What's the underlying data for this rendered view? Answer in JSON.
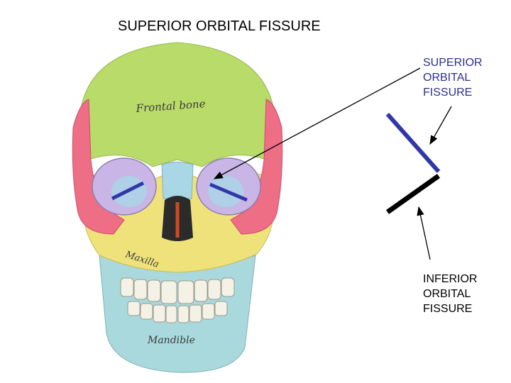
{
  "title": "SUPERIOR ORBITAL FISSURE",
  "labels": {
    "superior": [
      "SUPERIOR",
      "ORBITAL",
      "FISSURE"
    ],
    "inferior": [
      "INFERIOR",
      "ORBITAL",
      "FISSURE"
    ]
  },
  "skull_labels": {
    "frontal": "Frontal bone",
    "maxilla": "Maxilla",
    "mandible": "Mandible"
  },
  "colors": {
    "frontal_bone": "#b9db6a",
    "zygomatic_bone": "#ee6e86",
    "maxilla": "#efe27a",
    "nasal_bone": "#a9d7e6",
    "mandible": "#a9d9dc",
    "sphenoid": "#c9b6e6",
    "superior_fissure_marker": "#3038a8",
    "inferior_fissure_marker": "#000000"
  }
}
